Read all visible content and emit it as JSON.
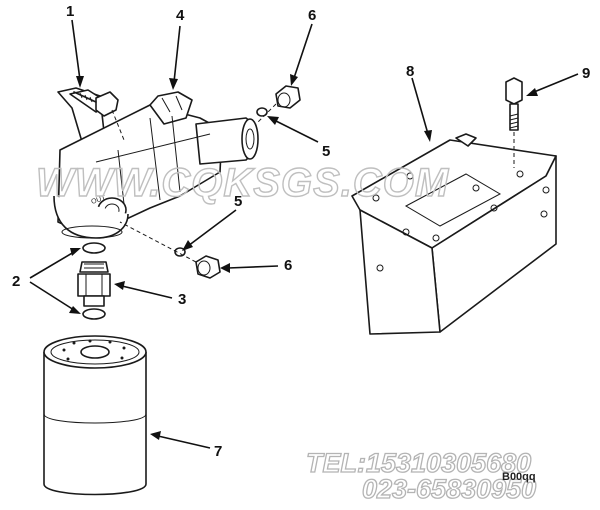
{
  "callouts": {
    "c1": "1",
    "c2": "2",
    "c3": "3",
    "c4": "4",
    "c5a": "5",
    "c5b": "5",
    "c6a": "6",
    "c6b": "6",
    "c7": "7",
    "c8": "8",
    "c9": "9"
  },
  "watermark": {
    "site": "WWW.CQKSGS.COM",
    "tel": "TEL:15310305680",
    "phone": "023-65830950"
  },
  "part_marks": {
    "head_stamp": "OUT",
    "corner_tag": "B00qq"
  }
}
